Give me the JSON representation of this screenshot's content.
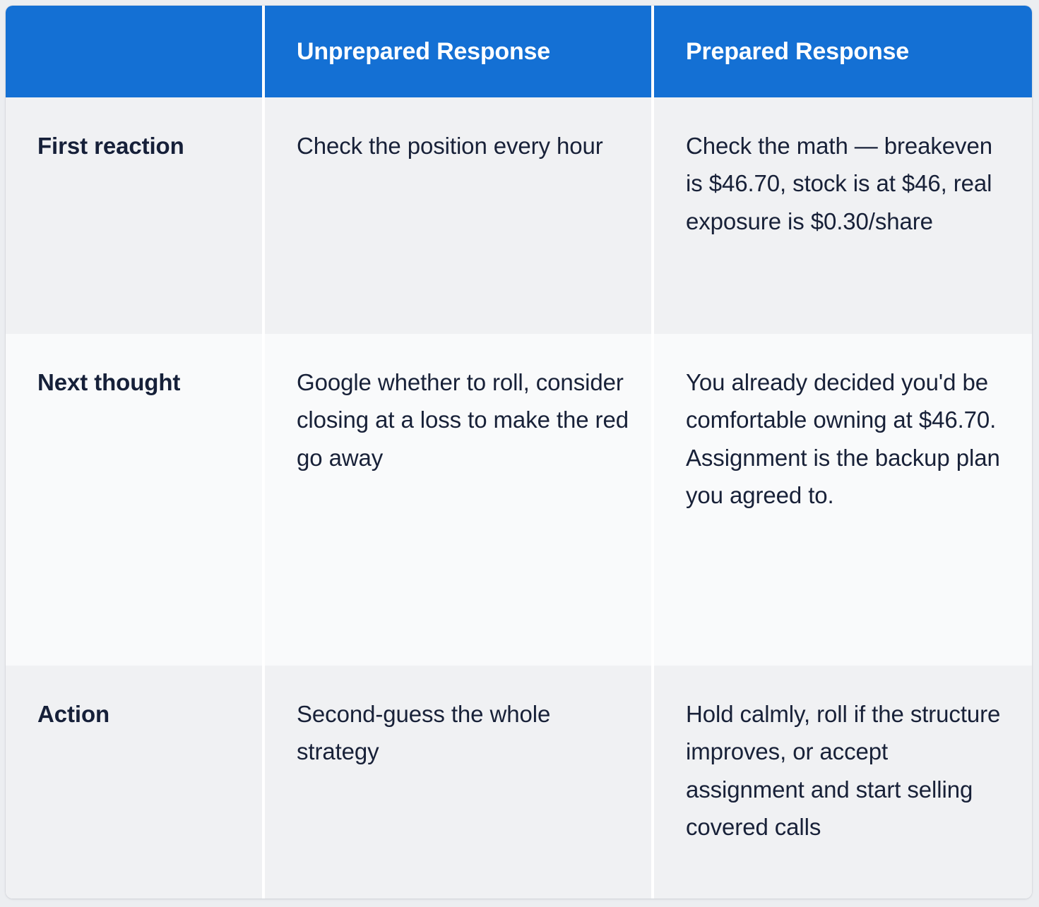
{
  "table": {
    "columns": [
      {
        "key": "label",
        "header": ""
      },
      {
        "key": "unprepared",
        "header": "Unprepared Response"
      },
      {
        "key": "prepared",
        "header": "Prepared Response"
      }
    ],
    "rows": [
      {
        "label": "First reaction",
        "unprepared": "Check the position every hour",
        "prepared": "Check the math — breakeven is $46.70, stock is at $46, real exposure is $0.30/share"
      },
      {
        "label": "Next thought",
        "unprepared": "Google whether to roll, consider closing at a loss to make the red go away",
        "prepared": "You already decided you'd be comfortable owning at $46.70. Assignment is the backup plan you agreed to."
      },
      {
        "label": "Action",
        "unprepared": "Second-guess the whole strategy",
        "prepared": "Hold calmly, roll if the structure improves, or accept assignment and start selling covered calls"
      }
    ]
  },
  "colors": {
    "header_background": "#1470d4",
    "header_text": "#ffffff",
    "body_text": "#182138",
    "row_shade": "#f0f1f3",
    "row_plain": "#f9fafb",
    "page_background": "#eceef1"
  }
}
